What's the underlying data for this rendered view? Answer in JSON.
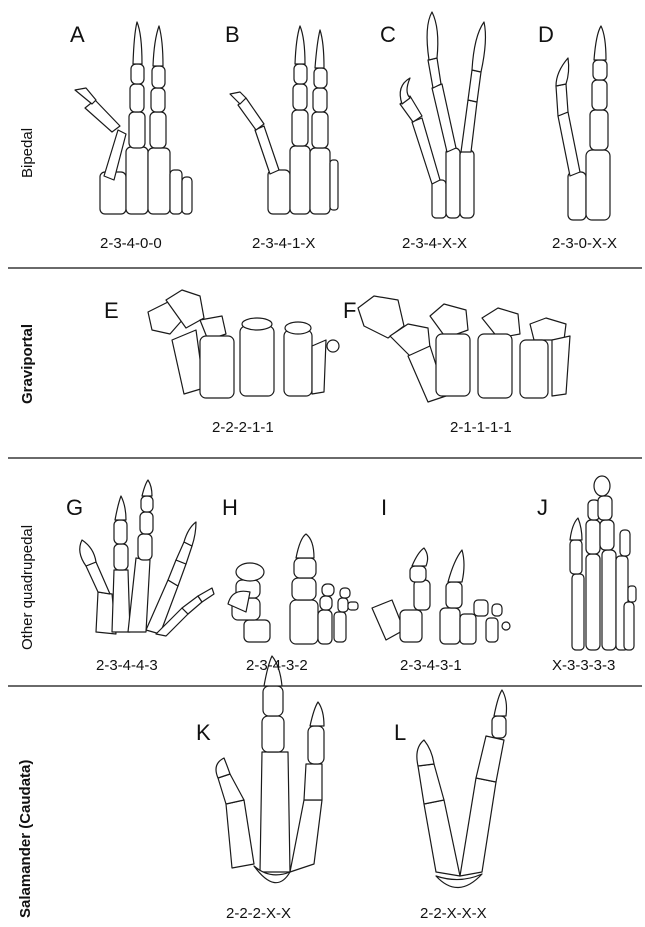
{
  "rows": [
    {
      "label": "Bipedal"
    },
    {
      "label": "Graviportal"
    },
    {
      "label": "Other quadrupedal"
    },
    {
      "label": "Salamander (Caudata)"
    }
  ],
  "panels": [
    {
      "letter": "A",
      "formula": "2-3-4-0-0"
    },
    {
      "letter": "B",
      "formula": "2-3-4-1-X"
    },
    {
      "letter": "C",
      "formula": "2-3-4-X-X"
    },
    {
      "letter": "D",
      "formula": "2-3-0-X-X"
    },
    {
      "letter": "E",
      "formula": "2-2-2-1-1"
    },
    {
      "letter": "F",
      "formula": "2-1-1-1-1"
    },
    {
      "letter": "G",
      "formula": "2-3-4-4-3"
    },
    {
      "letter": "H",
      "formula": "2-3-4-3-2"
    },
    {
      "letter": "I",
      "formula": "2-3-4-3-1"
    },
    {
      "letter": "J",
      "formula": "X-3-3-3-3"
    },
    {
      "letter": "K",
      "formula": "2-2-2-X-X"
    },
    {
      "letter": "L",
      "formula": "2-2-X-X-X"
    }
  ]
}
